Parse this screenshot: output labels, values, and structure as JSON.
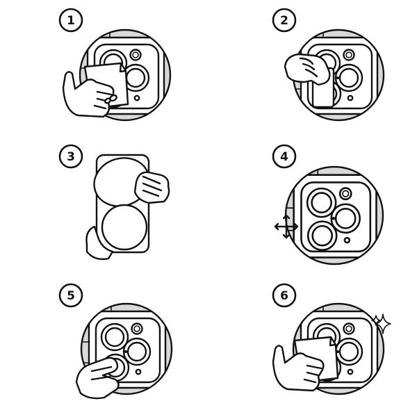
{
  "steps": [
    {
      "number": "1",
      "action": "wipe-lens-area",
      "icon": "cleaning-cloth-icon"
    },
    {
      "number": "2",
      "action": "remove-dust",
      "icon": "dust-sticker-icon"
    },
    {
      "number": "3",
      "action": "peel-protector-film",
      "icon": "protector-film-icon"
    },
    {
      "number": "4",
      "action": "align-protector",
      "icon": "align-arrows-icon"
    },
    {
      "number": "5",
      "action": "press-to-apply",
      "icon": "press-finger-icon"
    },
    {
      "number": "6",
      "action": "final-polish",
      "icon": "sparkle-icon"
    }
  ]
}
